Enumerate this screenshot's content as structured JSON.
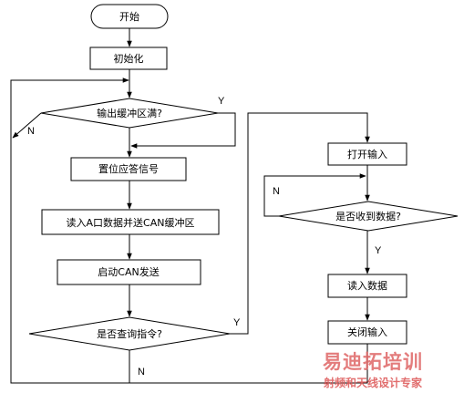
{
  "nodes": {
    "start": "开始",
    "init": "初始化",
    "buffer_full": "输出缓冲区满?",
    "set_ack": "置位应答信号",
    "read_port": "读入A口数据并送CAN缓冲区",
    "start_can": "启动CAN发送",
    "is_query": "是否查询指令?",
    "open_input": "打开输入",
    "received": "是否收到数据?",
    "read_data": "读入数据",
    "close_input": "关闭输入"
  },
  "edges": {
    "buffer_full_yes": "Y",
    "buffer_full_no": "N",
    "is_query_yes": "Y",
    "is_query_no": "N",
    "received_no": "N",
    "received_yes": "Y"
  },
  "watermark": {
    "main": "易迪拓培训",
    "sub": "射频和天线设计专家",
    "colors": {
      "main": "#e06a6a",
      "sub": "#de5a5a"
    }
  },
  "colors": {
    "stroke": "#000000",
    "background": "#ffffff"
  }
}
